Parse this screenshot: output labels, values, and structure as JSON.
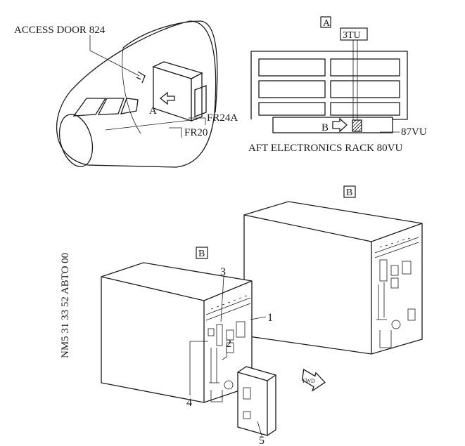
{
  "labels": {
    "access_door": "ACCESS DOOR 824",
    "view_a_tag": "A",
    "view_a_arrow": "A",
    "fr24a": "FR24A",
    "fr20": "FR20",
    "tu": "3TU",
    "view_b_arrow": "B",
    "vu87": "87VU",
    "aft_rack": "AFT ELECTRONICS RACK 80VU",
    "view_b_tag_right": "B",
    "view_b_tag_left": "B",
    "side_code": "NM5 31 33 52 ABTO 00",
    "fwd": "FWD"
  },
  "callouts": [
    "1",
    "2",
    "3",
    "4",
    "5"
  ]
}
